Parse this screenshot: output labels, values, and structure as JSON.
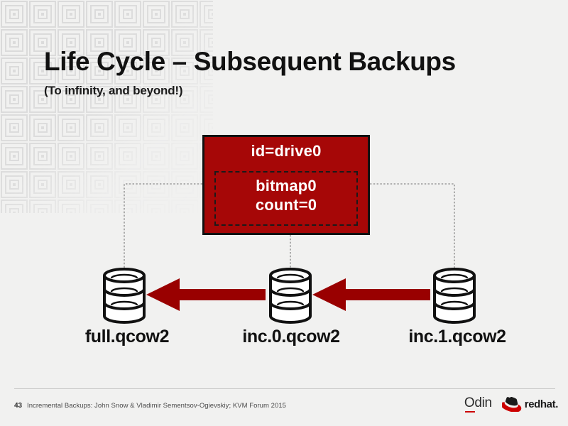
{
  "slide": {
    "title": "Life Cycle – Subsequent Backups",
    "subtitle": "(To infinity, and beyond!)",
    "background_color": "#f1f1f0"
  },
  "diagram": {
    "drive_box": {
      "id_label": "id=drive0",
      "bitmap_name": "bitmap0",
      "bitmap_count": "count=0",
      "fill_color": "#a60707",
      "border_color": "#111111"
    },
    "disks": [
      {
        "name": "full-disk",
        "label": "full.qcow2",
        "icon": "database-cylinder-icon"
      },
      {
        "name": "inc0-disk",
        "label": "inc.0.qcow2",
        "icon": "database-cylinder-icon"
      },
      {
        "name": "inc1-disk",
        "label": "inc.1.qcow2",
        "icon": "database-cylinder-icon"
      }
    ],
    "arrows": [
      {
        "name": "arrow-inc0-to-full",
        "direction": "left",
        "color": "#990000"
      },
      {
        "name": "arrow-inc1-to-inc0",
        "direction": "left",
        "color": "#990000"
      }
    ],
    "connectors": {
      "style": "dotted",
      "color": "#9a9a9a"
    }
  },
  "footer": {
    "page_number": "43",
    "credit": "Incremental Backups: John Snow & Vladimir Sementsov-Ogievskiy; KVM Forum 2015",
    "logos": [
      {
        "name": "odin-logo",
        "text": "Odin",
        "accent_color": "#cc0000"
      },
      {
        "name": "redhat-logo",
        "text": "redhat.",
        "accent_color": "#cc0000"
      }
    ]
  }
}
